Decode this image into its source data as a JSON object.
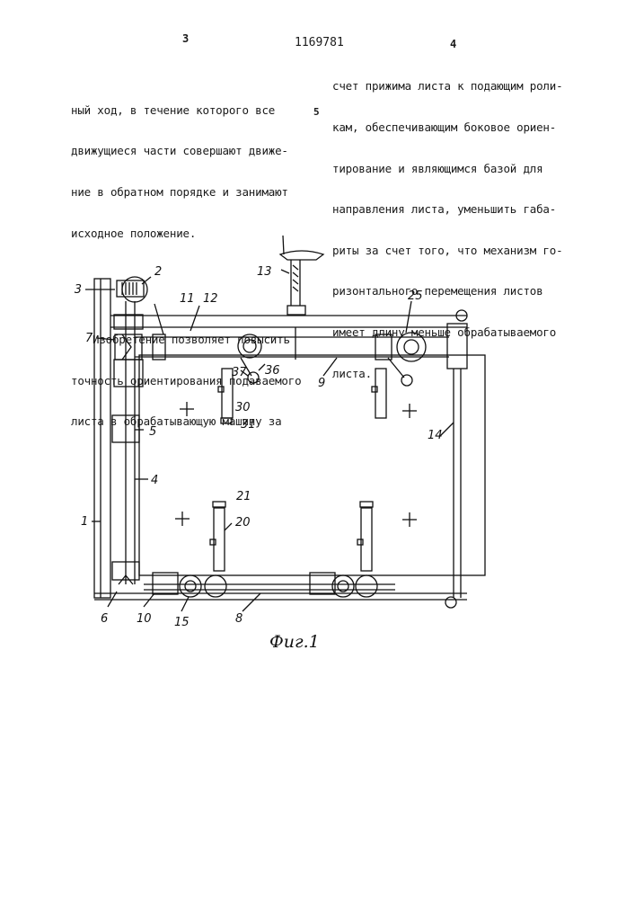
{
  "header": {
    "page_left": "3",
    "patent_number": "1169781",
    "page_right": "4"
  },
  "left_column": {
    "paragraphs": [
      [
        "ный ход, в течение которого все",
        "движущиеся части совершают движе-",
        "ние в обратном порядке и занимают",
        "исходное положение."
      ],
      [
        "Изобретение позволяет повысить",
        "точность ориентирования подаваемого",
        "листа в обрабатывающую машину за"
      ]
    ]
  },
  "right_column": {
    "lines": [
      "счет прижима листа к подающим роли-",
      "кам, обеспечивающим боковое ориен-",
      "тирование и являющимся базой для",
      "направления листа, уменьшить габа-",
      "риты за счет того, что механизм го-",
      "ризонтального перемещения листов",
      "имеет длину меньше обрабатываемого",
      "листа."
    ]
  },
  "line_marker": "5",
  "figure": {
    "caption": "Фиг.1",
    "labels": {
      "l1": "1",
      "l2": "2",
      "l3": "3",
      "l4": "4",
      "l5": "5",
      "l6": "6",
      "l7": "7",
      "l8": "8",
      "l9": "9",
      "l10": "10",
      "l11": "11",
      "l12": "12",
      "l13": "13",
      "l14": "14",
      "l15": "15",
      "l20": "20",
      "l21": "21",
      "l25": "25",
      "l30": "30",
      "l31": "31",
      "l36": "36",
      "l37": "37"
    }
  }
}
